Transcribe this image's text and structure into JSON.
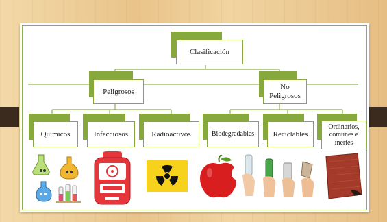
{
  "diagram": {
    "root": "Clasificación",
    "level1": {
      "left": "Peligrosos",
      "right": "No\nPeligrosos"
    },
    "level2": {
      "chemical": "Químicos",
      "infectious": "Infecciosos",
      "radioactive": "Radioactivos",
      "biodegradable": "Biodegradables",
      "recyclable": "Reciclables",
      "ordinary": "Ordinarios, comunes e inertes"
    },
    "images": [
      "chemical-flasks-icon",
      "biohazard-bag-icon",
      "radiation-icon",
      "apple-icon",
      "recyclables-hands-icon",
      "rag-icon"
    ],
    "colors": {
      "green": "#86a83c",
      "line": "#8bb04a"
    }
  }
}
